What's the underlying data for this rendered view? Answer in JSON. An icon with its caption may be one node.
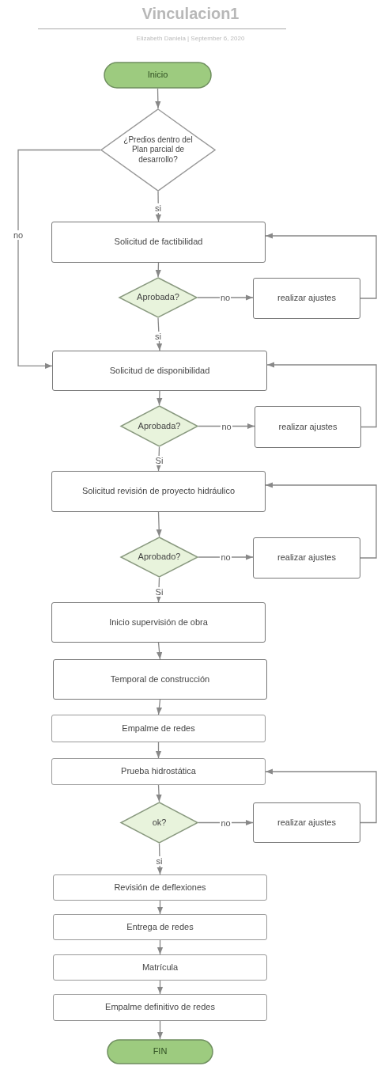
{
  "diagram": {
    "title": "Vinculacion1",
    "nodes": [
      {
        "text": [
          "Inicio"
        ]
      },
      {
        "text": [
          "¿Predios dentro del Plan parcial de desarrollo?"
        ]
      },
      {
        "text": [
          "Solicitud de factibilidad"
        ]
      },
      {
        "text": [
          "Aprobada?"
        ]
      },
      {
        "text": [
          "realizar ajustes"
        ]
      },
      {
        "text": [
          "Solicitud de disponibilidad"
        ]
      },
      {
        "text": [
          "Aprobada?"
        ]
      },
      {
        "text": [
          "realizar ajustes"
        ]
      },
      {
        "text": [
          "Solicitud revisión de proyecto hidráulico"
        ]
      },
      {
        "text": [
          "Aprobado?"
        ]
      },
      {
        "text": [
          "realizar ajustes"
        ]
      },
      {
        "text": [
          "Inicio supervisión de obra"
        ]
      },
      {
        "text": [
          "Temporal de construcción"
        ]
      },
      {
        "text": [
          "Empalme de redes"
        ]
      },
      {
        "text": [
          "Prueba hidrostática"
        ]
      },
      {
        "text": [
          "ok?"
        ]
      },
      {
        "text": [
          "realizar ajustes"
        ]
      },
      {
        "text": [
          "Revisión de deflexiones"
        ]
      },
      {
        "text": [
          "Entrega de redes"
        ]
      },
      {
        "text": [
          "Matrícula"
        ]
      },
      {
        "text": [
          "Empalme definitivo de redes"
        ]
      },
      {
        "text": [
          "FIN"
        ]
      }
    ],
    "edges": [
      {
        "from": 0,
        "to": 1,
        "arrow": "to"
      },
      {
        "from": 1,
        "to": 2,
        "label": "si",
        "arrow": "to"
      },
      {
        "from": 1,
        "to": 5,
        "label": "no",
        "arrow": "to"
      },
      {
        "from": 2,
        "to": 3,
        "arrow": "to"
      },
      {
        "from": 3,
        "to": 4,
        "label": "no",
        "arrow": "to"
      },
      {
        "from": 3,
        "to": 5,
        "label": "si",
        "arrow": "to"
      },
      {
        "from": 4,
        "to": 2,
        "arrow": "to"
      },
      {
        "from": 5,
        "to": 6,
        "arrow": "to"
      },
      {
        "from": 6,
        "to": 7,
        "label": "no",
        "arrow": "to"
      },
      {
        "from": 6,
        "to": 8,
        "label": "Si",
        "arrow": "to"
      },
      {
        "from": 7,
        "to": 5,
        "arrow": "to"
      },
      {
        "from": 8,
        "to": 9,
        "arrow": "to"
      },
      {
        "from": 9,
        "to": 10,
        "label": "no",
        "arrow": "to"
      },
      {
        "from": 9,
        "to": 11,
        "label": "Si",
        "arrow": "to"
      },
      {
        "from": 10,
        "to": 8,
        "arrow": "to"
      },
      {
        "from": 11,
        "to": 12,
        "arrow": "to"
      },
      {
        "from": 12,
        "to": 13,
        "arrow": "to"
      },
      {
        "from": 13,
        "to": 14,
        "arrow": "to"
      },
      {
        "from": 14,
        "to": 15,
        "arrow": "to"
      },
      {
        "from": 15,
        "to": 16,
        "label": "no",
        "arrow": "to"
      },
      {
        "from": 15,
        "to": 17,
        "label": "si",
        "arrow": "to"
      },
      {
        "from": 16,
        "to": 14,
        "arrow": "to"
      },
      {
        "from": 17,
        "to": 18,
        "arrow": "to"
      },
      {
        "from": 18,
        "to": 19,
        "arrow": "to"
      },
      {
        "from": 19,
        "to": 20,
        "arrow": "to"
      },
      {
        "from": 20,
        "to": 21,
        "arrow": "to"
      }
    ],
    "labels": [
      "Elizabeth Daniela  |  September 6, 2020"
    ]
  }
}
